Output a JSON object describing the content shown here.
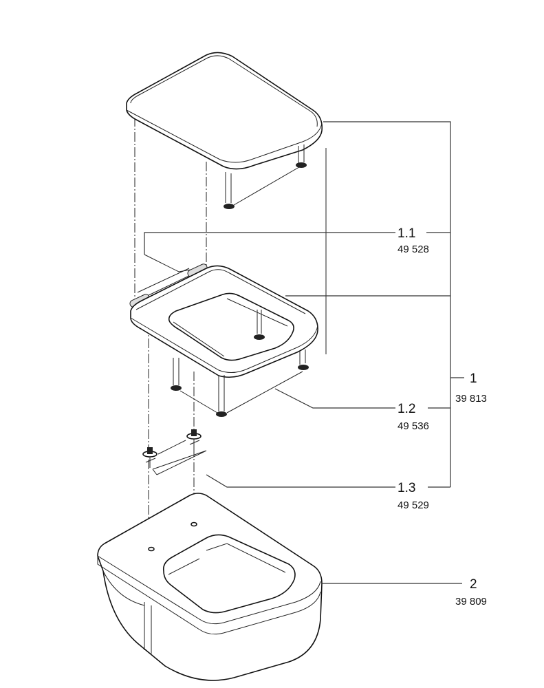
{
  "parts": [
    {
      "id": "1",
      "number": "39 813"
    },
    {
      "id": "1.1",
      "number": "49 528"
    },
    {
      "id": "1.2",
      "number": "49 536"
    },
    {
      "id": "1.3",
      "number": "49 529"
    },
    {
      "id": "2",
      "number": "39 809"
    }
  ]
}
